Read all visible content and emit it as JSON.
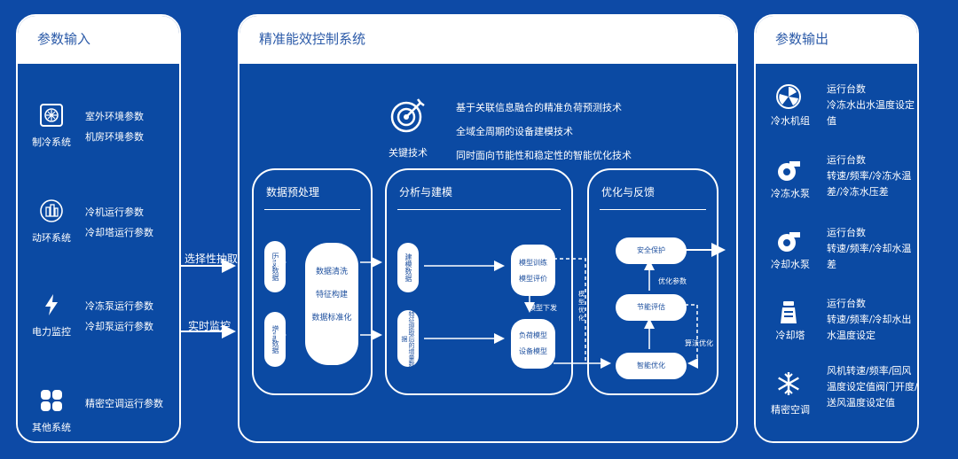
{
  "input_panel": {
    "title": "参数输入",
    "items": [
      {
        "name": "制冷系统",
        "icon": "ac-unit-icon",
        "lines": [
          "室外环境参数",
          "机房环境参数"
        ]
      },
      {
        "name": "动环系统",
        "icon": "building-icon",
        "lines": [
          "冷机运行参数",
          "冷却塔运行参数"
        ]
      },
      {
        "name": "电力监控",
        "icon": "lightning-icon",
        "lines": [
          "冷冻泵运行参数",
          "冷却泵运行参数"
        ]
      },
      {
        "name": "其他系统",
        "icon": "grid-icon",
        "lines": [
          "精密空调运行参数"
        ]
      }
    ]
  },
  "edges": {
    "selective_extract": "选择性抽取",
    "realtime_monitor": "实时监控"
  },
  "core_panel": {
    "title": "精准能效控制系统",
    "key_tech": {
      "label": "关键技术",
      "icon": "target-icon",
      "lines": [
        "基于关联信息融合的精准负荷预测技术",
        "全域全周期的设备建模技术",
        "同时面向节能性和稳定性的智能优化技术"
      ]
    },
    "preprocess": {
      "title": "数据预处理",
      "history": "历史数据",
      "increment": "增量数据",
      "steps": [
        "数据清洗",
        "特征构建",
        "数据标准化"
      ]
    },
    "analysis": {
      "title": "分析与建模",
      "modeling_data": "建模数据",
      "feature_increment": "特征提取后的增量数据",
      "model_train": "模型训练",
      "model_eval": "模型评价",
      "model_deploy": "模型下发",
      "load_model": "负荷模型",
      "device_model": "设备模型"
    },
    "optimize": {
      "title": "优化与反馈",
      "safety": "安全保护",
      "energy_eval": "节能评估",
      "smart_opt": "智能优化",
      "opt_params": "优化参数",
      "algo_opt": "算法优化",
      "model_opt": "模型优化"
    }
  },
  "output_panel": {
    "title": "参数输出",
    "items": [
      {
        "name": "冷水机组",
        "icon": "chiller-icon",
        "lines": [
          "运行台数",
          "冷冻水出水温度设定值"
        ]
      },
      {
        "name": "冷冻水泵",
        "icon": "pump-icon",
        "lines": [
          "运行台数",
          "转速/频率/冷冻水温差/冷冻水压差"
        ]
      },
      {
        "name": "冷却水泵",
        "icon": "pump-icon",
        "lines": [
          "运行台数",
          "转速/频率/冷却水温差"
        ]
      },
      {
        "name": "冷却塔",
        "icon": "cooling-tower-icon",
        "lines": [
          "运行台数",
          "转速/频率/冷却水出水温度设定"
        ]
      },
      {
        "name": "精密空调",
        "icon": "snowflake-icon",
        "lines": [
          "风机转速/频率/回风温度设定值阀门开度/送风温度设定值"
        ]
      }
    ]
  }
}
